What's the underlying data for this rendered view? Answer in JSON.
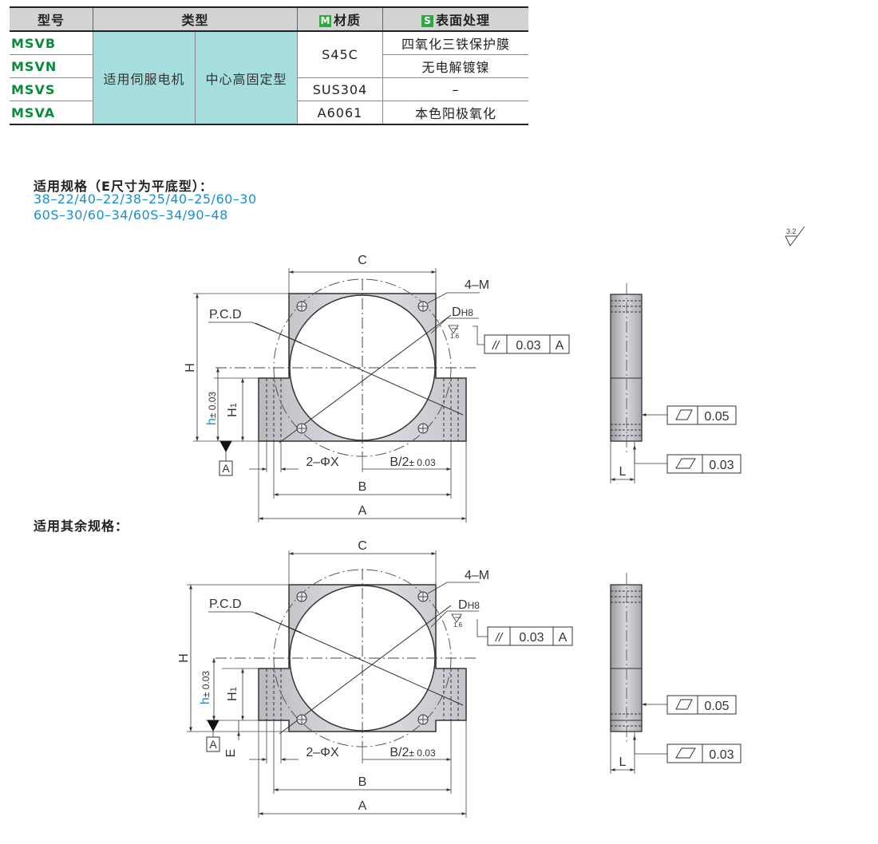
{
  "table": {
    "headers": {
      "model": "型号",
      "type": "类型",
      "material_mark": "M",
      "material": "材质",
      "surface_mark": "S",
      "surface": "表面处理"
    },
    "type_cells": [
      "适用伺服电机",
      "中心高固定型"
    ],
    "rows": [
      {
        "model": "MSVB"
      },
      {
        "model": "MSVN"
      },
      {
        "model": "MSVS"
      },
      {
        "model": "MSVA"
      }
    ],
    "materials": [
      "S45C",
      "SUS304",
      "A6061"
    ],
    "surfaces": [
      "四氧化三铁保护膜",
      "无电解镀镍",
      "–",
      "本色阳极氧化"
    ],
    "colors": {
      "model_text": "#0a8a3a",
      "type_fill": "#a6dede",
      "header_fill": "#d3d3d3",
      "mark_fill": "#2ea83f"
    }
  },
  "spec_heading": "适用规格（E尺寸为平底型）：",
  "spec_sizes": [
    "38–22/40–22/38–25/40–25/60–30",
    "60S–30/60–34/60S–34/90–48"
  ],
  "other_heading": "适用其余规格：",
  "roughness": {
    "overall": "3.2",
    "bore": "1.6"
  },
  "dims": {
    "C": "C",
    "M": "4–M",
    "PCD": "P.C.D",
    "D": "D",
    "D_sub": "H8",
    "H": "H",
    "h": "h",
    "h_tol": "± 0.03",
    "H1": "H",
    "H1_sub": "1",
    "datum": "A",
    "holes": "2–ΦX",
    "B_half": "B/2",
    "B_half_tol": "± 0.03",
    "B": "B",
    "A": "A",
    "E": "E",
    "L": "L"
  },
  "tolerances": {
    "parallel": {
      "symbol": "//",
      "value": "0.03",
      "datum": "A"
    },
    "flatness_top": {
      "value": "0.05"
    },
    "flatness_bottom": {
      "value": "0.03"
    }
  }
}
